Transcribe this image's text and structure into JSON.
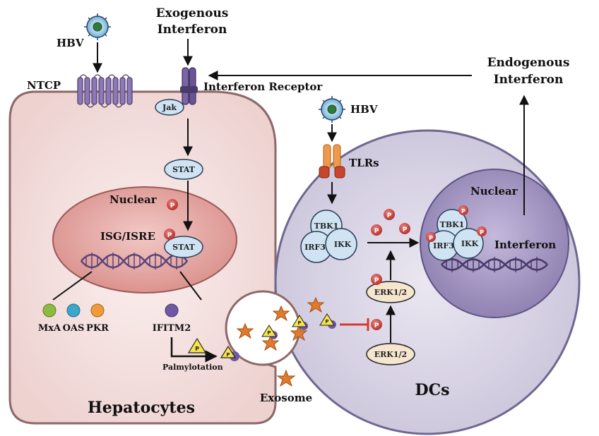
{
  "labels": {
    "exogenous_interferon": [
      "Exogenous",
      "Interferon"
    ],
    "endogenous_interferon": [
      "Endogenous",
      "Interferon"
    ],
    "hbv_top": "HBV",
    "hbv_dc": "HBV",
    "ntcp": "NTCP",
    "interferon_receptor": "Interferon Receptor",
    "jak": "Jak",
    "stat_cyto": "STAT",
    "stat_nuclear": "STAT",
    "nuclear_hep": "Nuclear",
    "isg_isre": "ISG/ISRE",
    "mxa": "MxA",
    "oas": "OAS",
    "pkr": "PKR",
    "ifitm2": "IFITM2",
    "palmylotation": "Palmylotation",
    "exosome": "Exosome",
    "hepatocytes": "Hepatocytes",
    "tlrs": "TLRs",
    "tbk1": "TBK1",
    "irf3": "IRF3",
    "ikk": "IKK",
    "tbk1_nuc": "TBK1",
    "irf3_nuc": "IRF3",
    "ikk_nuc": "IKK",
    "nuclear_dc": "Nuclear",
    "interferon_dc": "Interferon",
    "erk_upper": "ERK1/2",
    "erk_lower": "ERK1/2",
    "dcs": "DCs",
    "p": "P"
  },
  "colors": {
    "hep_fill": "#f3dedd",
    "hep_stroke": "#8e6868",
    "hep_nucleus": "#e3a9a6",
    "dc_fill": "#d8d3e3",
    "dc_stroke": "#6f6790",
    "dc_nucleus": "#9c8fba",
    "stat_fill": "#cfe3f2",
    "receptor": "#6f5a96",
    "tlr_orange": "#ef9a4a",
    "tlr_red": "#c8462e",
    "phospho": "#c9413c",
    "exosome": "#e07a2c",
    "inhibit": "#d63a2c",
    "mxa": "#8dbb3f",
    "oas": "#3aa6c9",
    "pkr": "#ef9a3b",
    "ifitm2": "#7058a3"
  }
}
